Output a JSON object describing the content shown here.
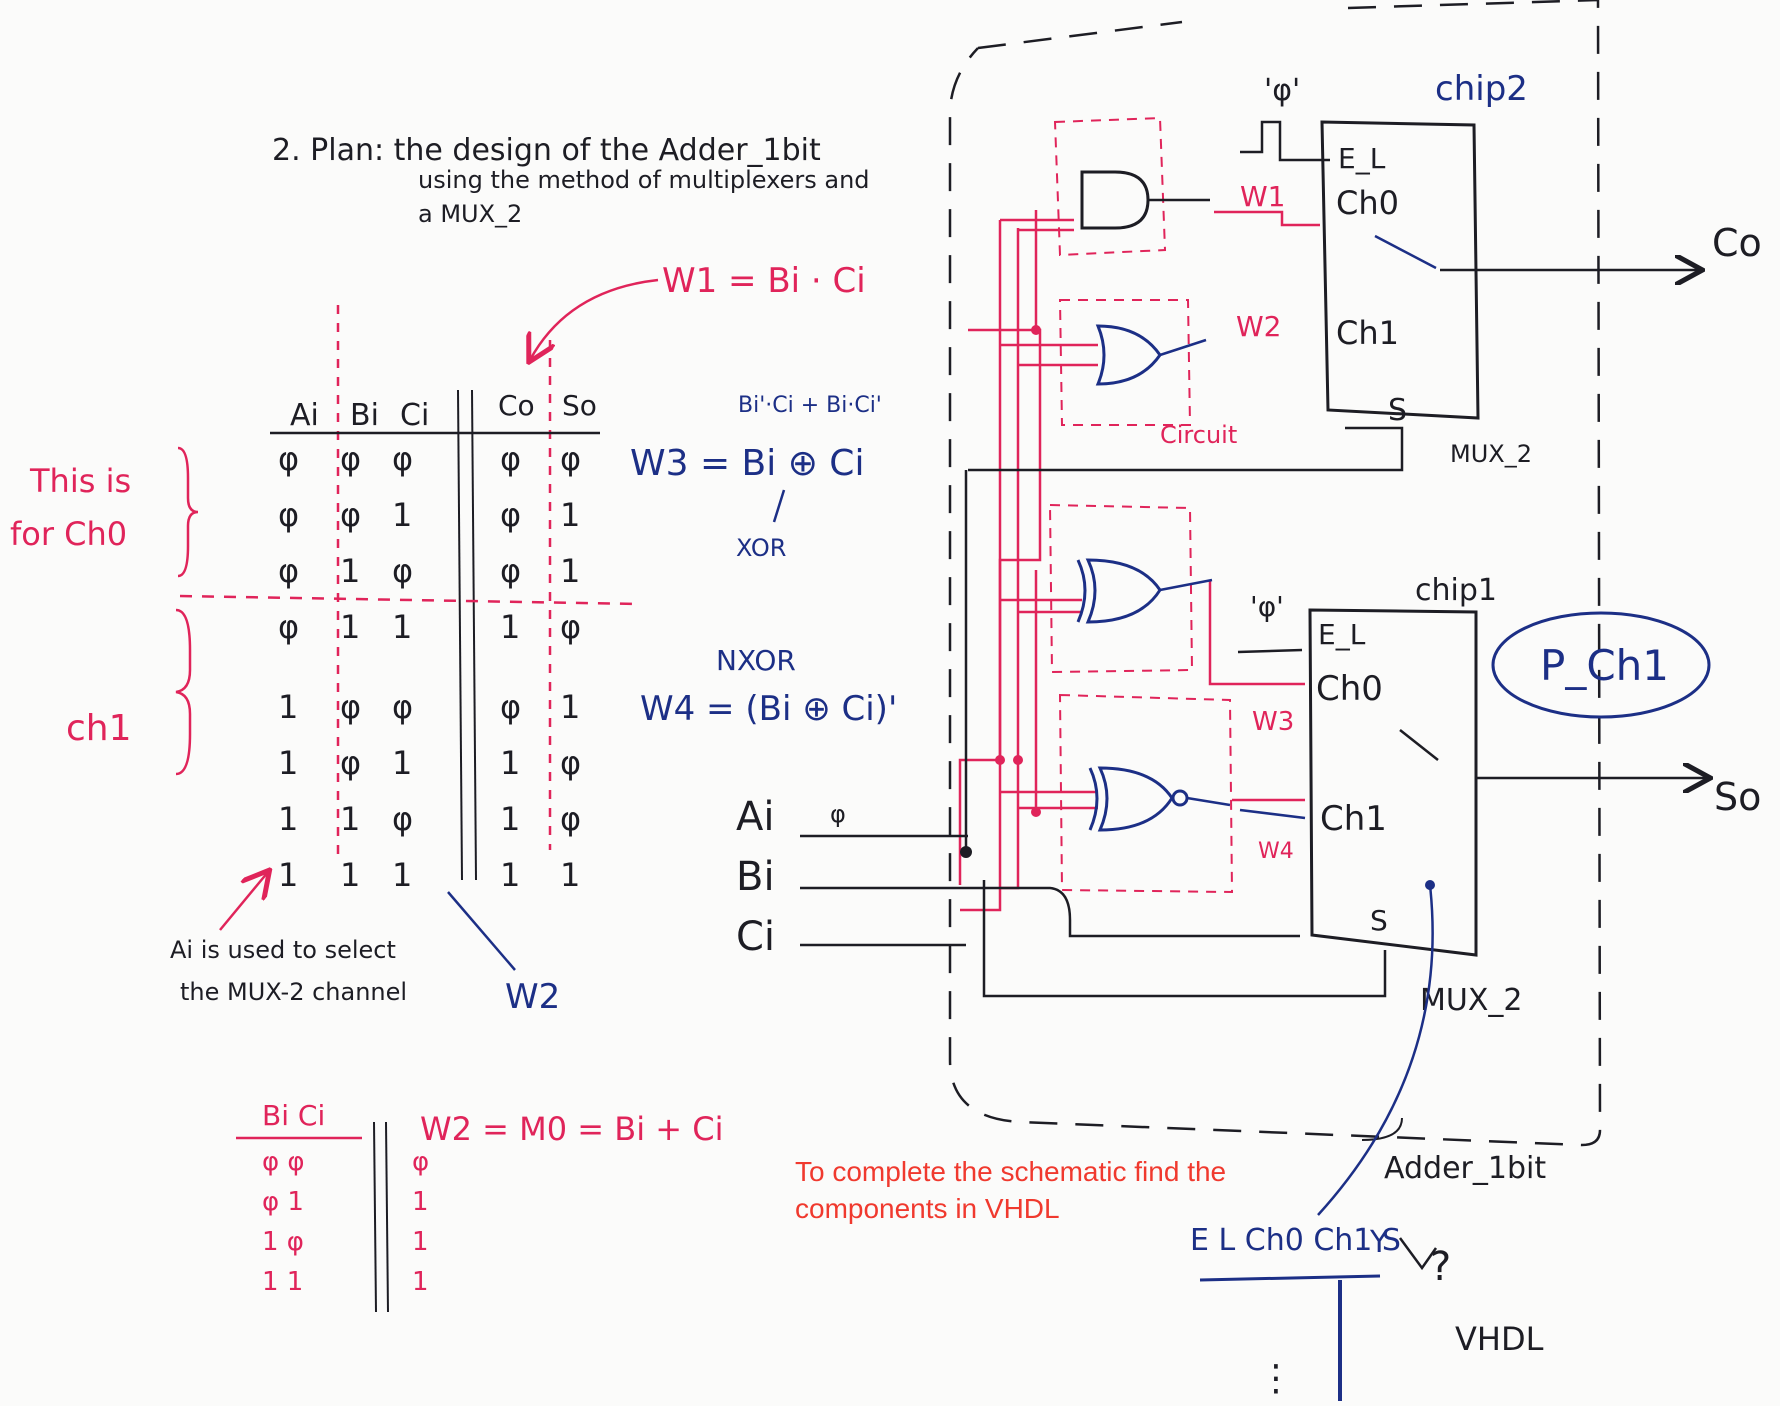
{
  "plan": {
    "line1": "2. Plan: the design of the Adder_1bit",
    "line2": "using the method of multiplexers and",
    "line3": "a MUX_2"
  },
  "truth_table": {
    "inputs": [
      "Ai",
      "Bi",
      "Ci"
    ],
    "outputs": [
      "Co",
      "So"
    ],
    "rows": [
      [
        "φ",
        "φ",
        "φ",
        "φ",
        "φ"
      ],
      [
        "φ",
        "φ",
        "1",
        "φ",
        "1"
      ],
      [
        "φ",
        "1",
        "φ",
        "φ",
        "1"
      ],
      [
        "φ",
        "1",
        "1",
        "1",
        "φ"
      ],
      [
        "1",
        "φ",
        "φ",
        "φ",
        "1"
      ],
      [
        "1",
        "φ",
        "1",
        "1",
        "φ"
      ],
      [
        "1",
        "1",
        "φ",
        "1",
        "φ"
      ],
      [
        "1",
        "1",
        "1",
        "1",
        "1"
      ]
    ]
  },
  "notes": {
    "ch0_a": "This is",
    "ch0_b": "for Ch0",
    "ch1": "ch1",
    "ai_a": "Ai is used to select",
    "ai_b": "the MUX-2 channel",
    "w2_label": "W2"
  },
  "equations": {
    "w1": "W1 = Bi · Ci",
    "w3_top": "Bi'·Ci + Bi·Ci'",
    "w3": "W3 = Bi ⊕ Ci",
    "xor": "XOR",
    "nxor": "NXOR",
    "w4": "W4 = (Bi ⊕ Ci)'"
  },
  "or_table": {
    "header": "Bi Ci",
    "equation": "W2 = M0 = Bi + Ci",
    "rows": [
      [
        "φ φ",
        "φ"
      ],
      [
        "φ 1",
        "1"
      ],
      [
        "1 φ",
        "1"
      ],
      [
        "1 1",
        "1"
      ]
    ]
  },
  "schematic": {
    "chip2": "chip2",
    "chip1": "chip1",
    "zero_a": "'φ'",
    "zero_b": "'φ'",
    "el": "E_L",
    "ch0": "Ch0",
    "ch1": "Ch1",
    "s": "S",
    "mux": "MUX_2",
    "circuit": "Circuit",
    "w1": "W1",
    "w2": "W2",
    "w3": "W3",
    "w4": "W4",
    "co": "Co",
    "so": "So",
    "ai": "Ai",
    "bi": "Bi",
    "ci": "Ci",
    "ai_zero": "φ",
    "adder": "Adder_1bit",
    "pch1": "P_Ch1"
  },
  "bottom": {
    "header": "E L Ch0 Ch1 S",
    "y": "Y",
    "vhdl": "VHDL",
    "question": "?"
  },
  "caption": "To complete the schematic find the components in VHDL",
  "colors": {
    "ink": "#1d1d24",
    "navy": "#1c2f86",
    "red": "#e0245a",
    "caption": "#f0392e"
  }
}
